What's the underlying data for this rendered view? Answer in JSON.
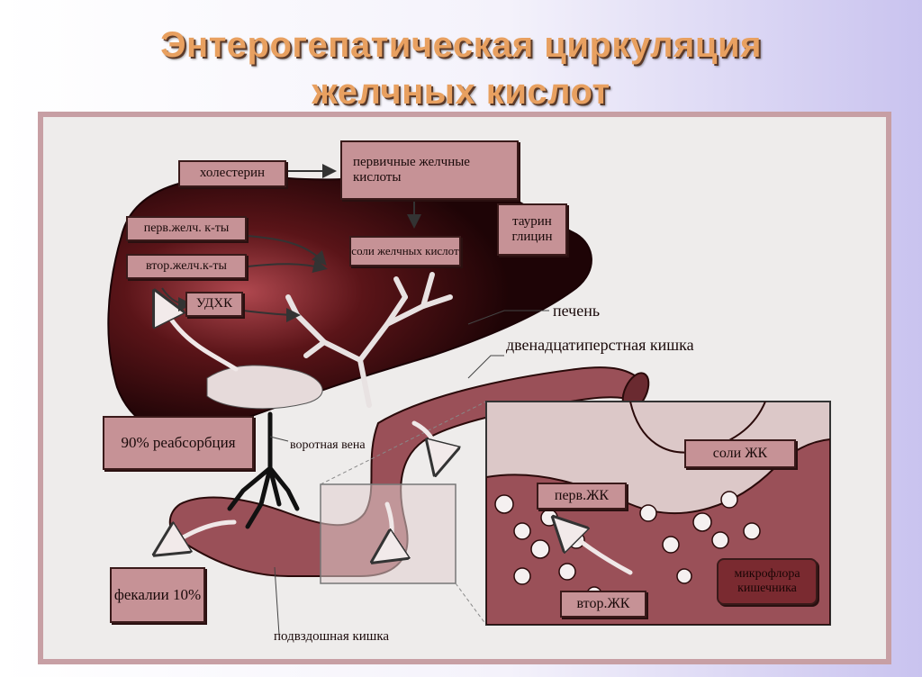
{
  "title": {
    "line1": "Энтерогепатическая циркуляция",
    "line2": "желчных кислот"
  },
  "labels": {
    "cholesterol": "холестерин",
    "primary_acids": "первичные желчные кислоты",
    "taurine_glycine": "таурин глицин",
    "primary_bile_acids_short": "перв.желч. к-ты",
    "secondary_bile_acids_short": "втор.желч.к-ты",
    "bile_salts": "соли желчных кислот",
    "udca": "УДХК",
    "liver": "печень",
    "duodenum": "двенадцатиперстная кишка",
    "portal_vein": "воротная вена",
    "reabsorption": "90% реабсорбция",
    "feces": "фекалии 10%",
    "ileum": "подвздошная кишка",
    "ba_salts": "соли ЖК",
    "primary_ba": "перв.ЖК",
    "secondary_ba": "втор.ЖК",
    "microflora": "микрофлора кишечника"
  },
  "colors": {
    "liver": "#3a0a0e",
    "intestine": "#9a5058",
    "box": "#c69296",
    "title": "#e8a060",
    "panel_border": "#c79fa4"
  }
}
